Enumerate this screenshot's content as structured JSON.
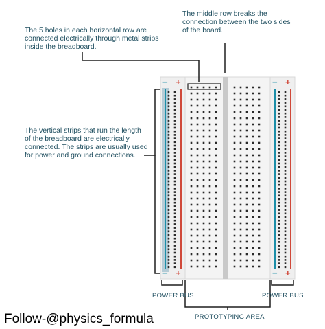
{
  "annotations": {
    "horizontal_rows": "The 5 holes in each horizontal row are connected electrically through metal strips inside the breadboard.",
    "middle_row": "The middle row breaks the connection between the two sides of the board.",
    "vertical_strips": "The vertical strips that run the length of the breadboard are electrically connected. The strips are usually used for power and ground connections."
  },
  "labels": {
    "power_bus_left": "POWER BUS",
    "power_bus_right": "POWER BUS",
    "prototyping_area": "PROTOTYPING AREA"
  },
  "rail_signs": {
    "minus": "−",
    "plus": "+"
  },
  "footer": {
    "follow": "Follow-@physics_formula"
  },
  "colors": {
    "text": "#1f4e5f",
    "board": "#efefef",
    "hole": "#2a2a2a",
    "negative_rail": "#1c8ea8",
    "positive_rail": "#d0493a",
    "highlight": "#b5ccd6",
    "channel": "#c9c9c9"
  }
}
